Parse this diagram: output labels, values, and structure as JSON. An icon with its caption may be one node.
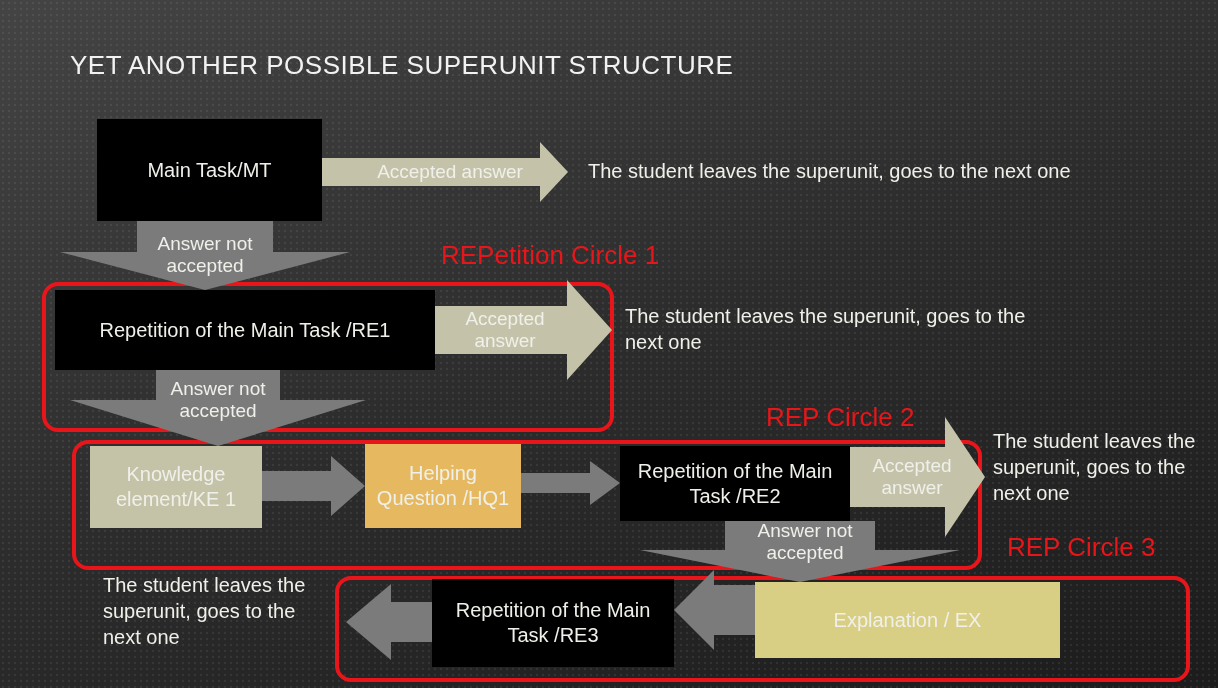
{
  "diagram": {
    "title": "YET ANOTHER POSSIBLE SUPERUNIT STRUCTURE",
    "nodes": [
      {
        "text": [
          "Main Task/MT"
        ]
      },
      {
        "text": [
          "The student leaves the superunit, goes to the next one"
        ]
      },
      {
        "text": [
          "REPetition Circle 1"
        ]
      },
      {
        "text": [
          "Repetition of the Main Task /RE1"
        ],
        "in": 2
      },
      {
        "text": [
          "The student leaves the superunit, goes to the next one"
        ]
      },
      {
        "text": [
          "REP Circle 2"
        ]
      },
      {
        "text": [
          "Knowledge element/KE 1"
        ],
        "in": 5
      },
      {
        "text": [
          "Helping Question /HQ1"
        ],
        "in": 5
      },
      {
        "text": [
          "Repetition of the Main Task /RE2"
        ],
        "in": 5
      },
      {
        "text": [
          "The student leaves the superunit, goes to the next one"
        ]
      },
      {
        "text": [
          "REP Circle 3"
        ]
      },
      {
        "text": [
          "Repetition of the Main Task /RE3"
        ],
        "in": 10
      },
      {
        "text": [
          "Explanation / EX"
        ],
        "in": 10
      },
      {
        "text": [
          "The student leaves the superunit, goes to the next one"
        ]
      }
    ],
    "edges": [
      {
        "from": 0,
        "to": 1,
        "arrow": "to",
        "label": "Accepted answer",
        "color": "#c4c3aa"
      },
      {
        "from": 0,
        "to": 3,
        "arrow": "to",
        "label": "Answer not accepted"
      },
      {
        "from": 3,
        "to": 4,
        "arrow": "to",
        "label": "Accepted answer",
        "color": "#c4c3aa"
      },
      {
        "from": 3,
        "to": 6,
        "arrow": "to",
        "label": "Answer not accepted"
      },
      {
        "from": 6,
        "to": 7,
        "arrow": "to"
      },
      {
        "from": 7,
        "to": 8,
        "arrow": "to"
      },
      {
        "from": 8,
        "to": 9,
        "arrow": "to",
        "label": "Accepted answer",
        "color": "#c4c3aa"
      },
      {
        "from": 8,
        "to": 12,
        "arrow": "to",
        "label": "Answer not accepted"
      },
      {
        "from": 12,
        "to": 11,
        "arrow": "to"
      },
      {
        "from": 11,
        "to": 13,
        "arrow": "to"
      }
    ]
  }
}
